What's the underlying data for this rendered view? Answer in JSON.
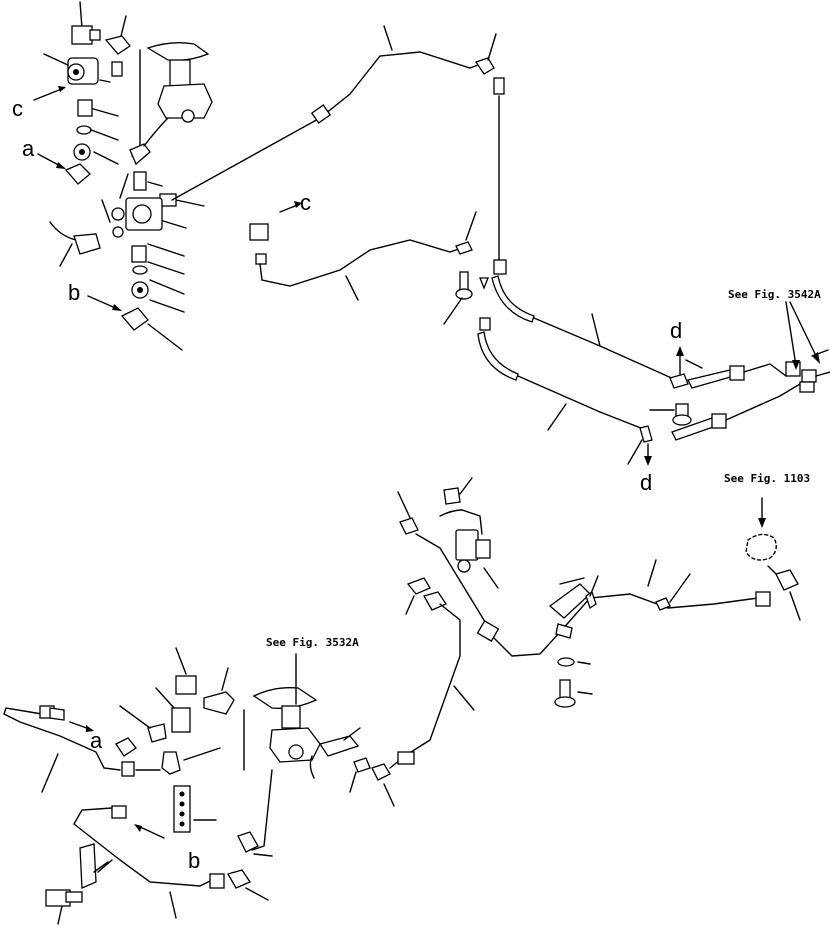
{
  "references": {
    "fig_3542a": "See Fig. 3542A",
    "fig_1103": "See Fig. 1103",
    "fig_3532a": "See Fig. 3532A"
  },
  "callouts": {
    "a": "a",
    "b": "b",
    "c": "c",
    "d": "d"
  }
}
